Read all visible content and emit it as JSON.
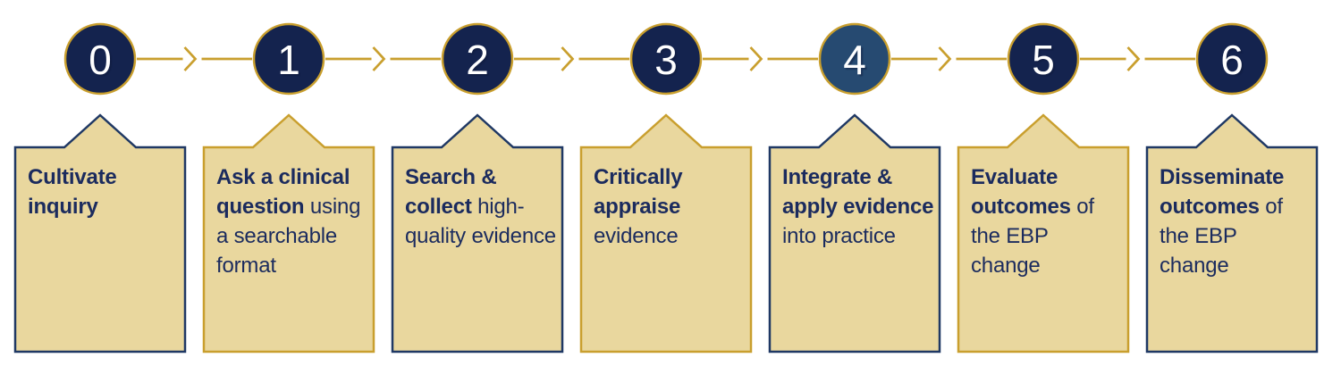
{
  "palette": {
    "gold": "#C99F2E",
    "tan": "#E9D79E",
    "ink": "#1B2B5E",
    "circle_navy": "#14234E",
    "circle_highlight": "#264A71",
    "border_navy": "#1F3864"
  },
  "steps": [
    {
      "number": "0",
      "bold": "Cultivate inquiry",
      "rest": "",
      "circle_fill": "#14234E",
      "box_border": "#1F3864"
    },
    {
      "number": "1",
      "bold": "Ask a clinical question",
      "rest": "using a searchable format",
      "circle_fill": "#14234E",
      "box_border": "#C99F2E"
    },
    {
      "number": "2",
      "bold": "Search & collect",
      "rest": "high-quality evidence",
      "circle_fill": "#14234E",
      "box_border": "#1F3864"
    },
    {
      "number": "3",
      "bold": "Critically appraise",
      "rest": "evidence",
      "circle_fill": "#14234E",
      "box_border": "#C99F2E"
    },
    {
      "number": "4",
      "bold": "Integrate & apply evidence",
      "rest": "into practice",
      "circle_fill": "#264A71",
      "box_border": "#1F3864"
    },
    {
      "number": "5",
      "bold": "Evaluate outcomes",
      "rest": "of the EBP change",
      "circle_fill": "#14234E",
      "box_border": "#C99F2E"
    },
    {
      "number": "6",
      "bold": "Disseminate outcomes",
      "rest": "of the EBP change",
      "circle_fill": "#14234E",
      "box_border": "#1F3864"
    }
  ]
}
